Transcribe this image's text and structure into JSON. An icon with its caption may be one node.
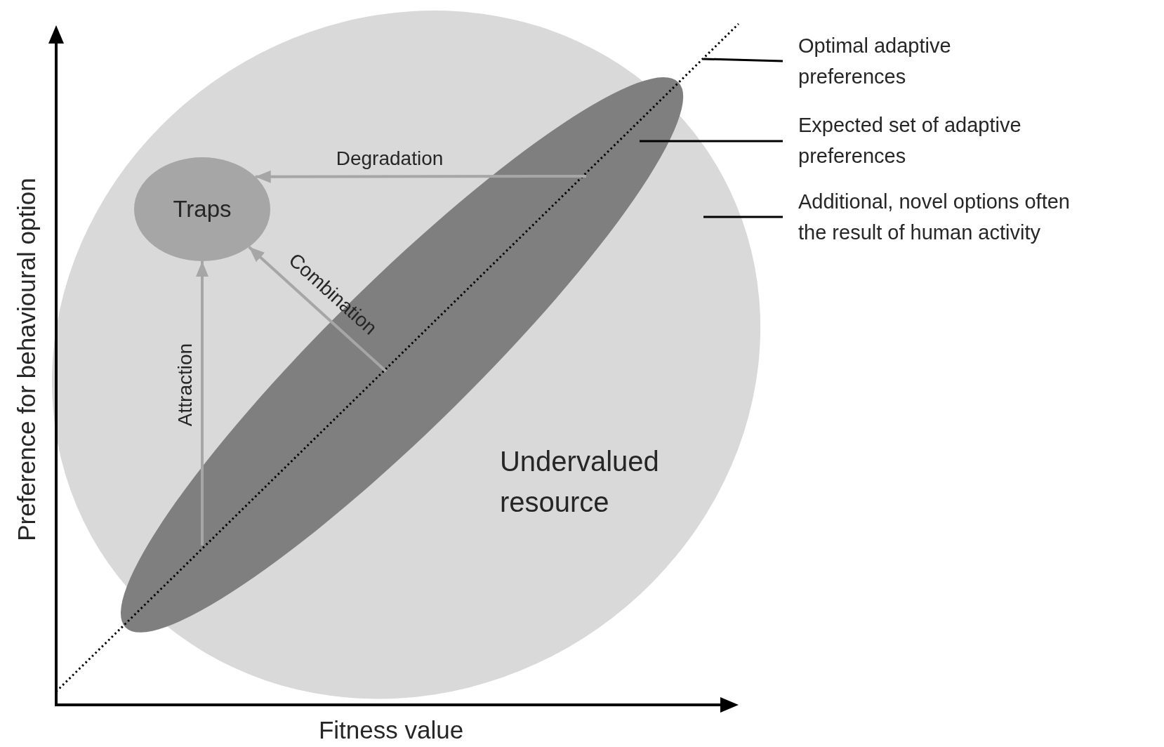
{
  "diagram": {
    "nodes": [
      {
        "text": [
          "Undervalued resource"
        ]
      },
      {
        "text": [],
        "shape": "ellipse",
        "in": 0
      },
      {
        "text": [
          "Traps"
        ],
        "in": 0
      },
      {
        "text": [
          "Optimal adaptive preferences"
        ]
      },
      {
        "text": [
          "Expected set of adaptive preferences"
        ]
      },
      {
        "text": [
          "Additional, novel options often the result of human activity"
        ]
      }
    ],
    "edges": [
      {
        "from": 1,
        "to": 2,
        "arrow": "to",
        "label": "Degradation",
        "color": "#a6a6a6"
      },
      {
        "from": 1,
        "to": 2,
        "arrow": "to",
        "label": "Combination",
        "color": "#a6a6a6"
      },
      {
        "from": 1,
        "to": 2,
        "arrow": "to",
        "label": "Attraction",
        "color": "#a6a6a6"
      },
      {
        "from": 3,
        "to": null,
        "arrow": "none",
        "color": "#000000"
      },
      {
        "from": 4,
        "to": 1,
        "arrow": "none",
        "color": "#000000"
      },
      {
        "from": 5,
        "to": 0,
        "arrow": "none",
        "color": "#000000"
      }
    ],
    "labels": [
      "Preference for behavioural option",
      "Fitness value"
    ]
  }
}
